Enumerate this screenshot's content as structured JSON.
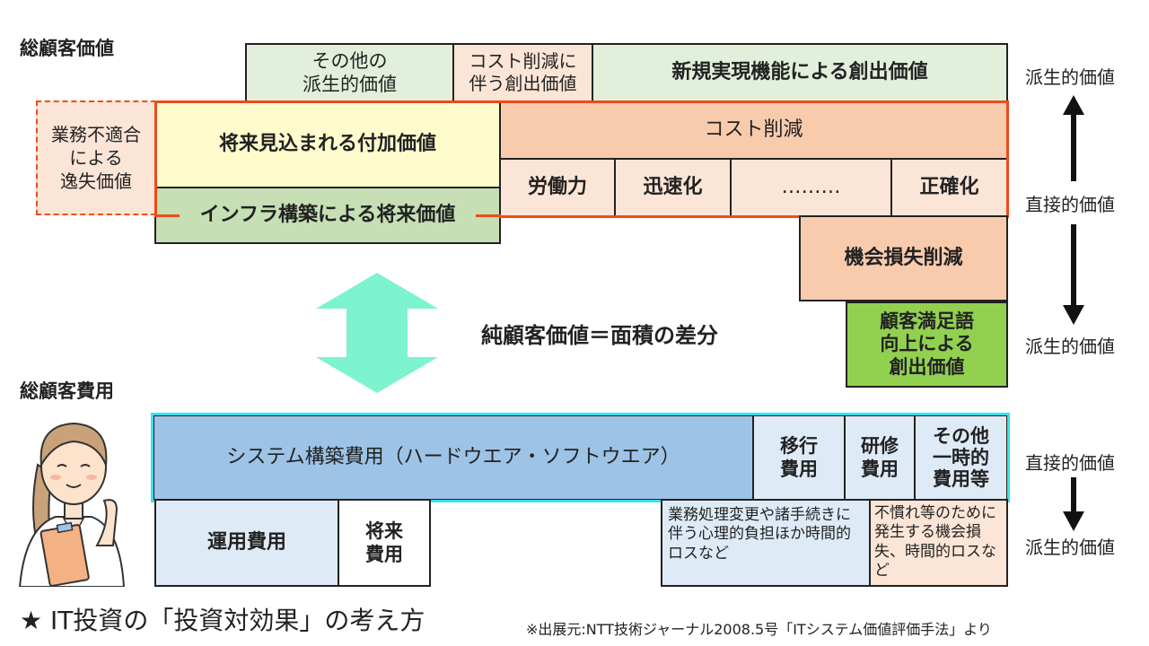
{
  "value_section": {
    "title": "総顧客価値",
    "top_row": {
      "other_derived": [
        "その他の",
        "派生的価値"
      ],
      "cost_reduction_creation": [
        "コスト削減に",
        "伴う創出価値"
      ],
      "new_function_value": "新規実現機能による創出価値"
    },
    "lost_value": [
      "業務不適合",
      "による",
      "逸失価値"
    ],
    "future_added_value": "将来見込まれる付加価値",
    "infra_future_value": "インフラ構築による将来価値",
    "cost_reduction": "コスト削減",
    "cost_items": [
      "労働力",
      "迅速化",
      "………",
      "正確化"
    ],
    "opportunity_loss_reduction": "機会損失削減",
    "customer_satisfaction": [
      "顧客満足語",
      "向上による",
      "創出価値"
    ]
  },
  "middle": {
    "net_value_label": "純顧客価値＝面積の差分"
  },
  "cost_section": {
    "title": "総顧客費用",
    "system_build_cost": "システム構築費用（ハードウエア・ソフトウエア）",
    "migration_cost": [
      "移行",
      "費用"
    ],
    "training_cost": [
      "研修",
      "費用"
    ],
    "other_temp_cost": [
      "その他",
      "一時的",
      "費用等"
    ],
    "operation_cost": "運用費用",
    "future_cost": [
      "将来",
      "費用"
    ],
    "psych_burden": "業務処理変更や諸手続きに伴う心理的負担ほか時間的ロスなど",
    "unfamiliar_loss": "不慣れ等のために発生する機会損失、時間的ロスなど"
  },
  "side_labels": {
    "derived_top": "派生的価値",
    "direct_top": "直接的価値",
    "derived_mid": "派生的価値",
    "direct_bottom": "直接的価値",
    "derived_bottom": "派生的価値"
  },
  "footer": {
    "heading": "★ IT投資の「投資対効果」の考え方",
    "source": "※出展元:NTT技術ジャーナル2008.5号「ITシステム価値評価手法」より"
  },
  "colors": {
    "light_green": "#e2efda",
    "peach": "#fbe5d6",
    "salmon": "#f8cbad",
    "light_yellow": "#fefccd",
    "sage": "#c6dfb4",
    "bright_green": "#92d050",
    "blue": "#9dc3e6",
    "pale_blue": "#deebf7",
    "cyan": "#37e0f0",
    "mint_arrow": "#7df3cf",
    "orange_red": "#f04a1a"
  }
}
